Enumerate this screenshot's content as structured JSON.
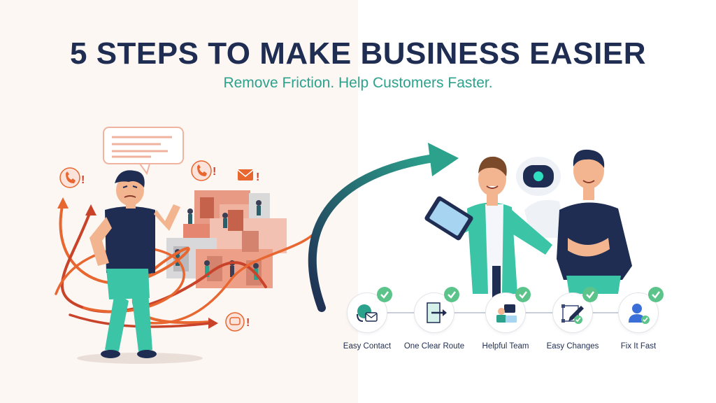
{
  "header": {
    "title": "5 STEPS TO MAKE BUSINESS EASIER",
    "subtitle": "Remove Friction. Help Customers Faster."
  },
  "steps": [
    {
      "label": "Easy Contact",
      "icon": "envelope-phone-icon"
    },
    {
      "label": "One Clear Route",
      "icon": "door-arrow-icon"
    },
    {
      "label": "Helpful Team",
      "icon": "team-screen-icon"
    },
    {
      "label": "Easy Changes",
      "icon": "pencil-edit-icon"
    },
    {
      "label": "Fix It Fast",
      "icon": "person-check-icon"
    }
  ],
  "colors": {
    "navy": "#1f2d52",
    "teal": "#2ca28d",
    "check_green": "#5cc48a",
    "frustration_orange": "#e8662f",
    "frustration_red": "#c9432b"
  }
}
